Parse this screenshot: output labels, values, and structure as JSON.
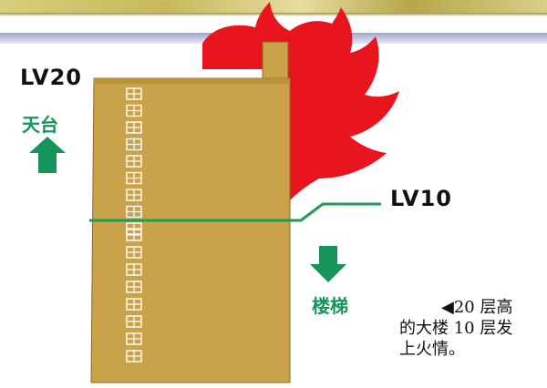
{
  "labels": {
    "top_floor": "LV20",
    "mid_floor": "LV10",
    "roof": "天台",
    "stairs": "楼梯"
  },
  "caption": {
    "line1": "◀20 层高",
    "line2": "的大楼 10 层发",
    "line3": "上火情。"
  },
  "colors": {
    "building": "#c9a24a",
    "fire": "#e8141e",
    "floor_line": "#1e9b57",
    "arrow": "#15955a",
    "window_grid": "#ffffff"
  },
  "icons": {
    "up_arrow": "up-arrow-icon",
    "down_arrow": "down-arrow-icon"
  },
  "diagram": {
    "total_floors": 20,
    "fire_floor": 10,
    "windows_upper": 9,
    "windows_lower": 8
  }
}
